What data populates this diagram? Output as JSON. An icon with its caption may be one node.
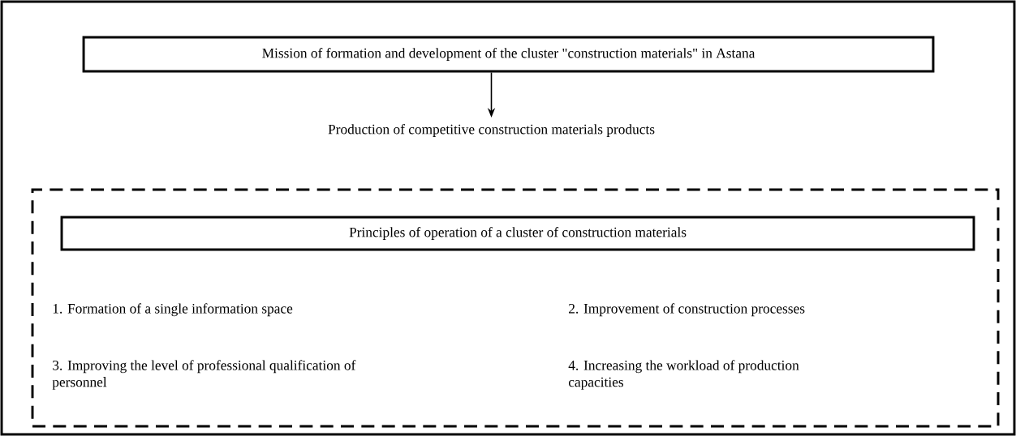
{
  "diagram": {
    "nodes": [
      {
        "text": [
          "Mission of formation and development of the cluster \"construction materials\" in Astana"
        ]
      },
      {
        "text": [
          "Production of competitive construction materials products"
        ]
      },
      {
        "text": [],
        "shape": "box"
      },
      {
        "text": [
          "Principles of operation of a cluster of construction materials"
        ],
        "in": 2
      }
    ],
    "edges": [
      {
        "from": 0,
        "to": 1,
        "arrow": "to"
      }
    ],
    "labels": [
      "1. Formation of a single information space",
      "2. Improvement of construction processes",
      "3. Improving the level of professional qualification of personnel",
      "4. Increasing the workload of production capacities"
    ]
  }
}
